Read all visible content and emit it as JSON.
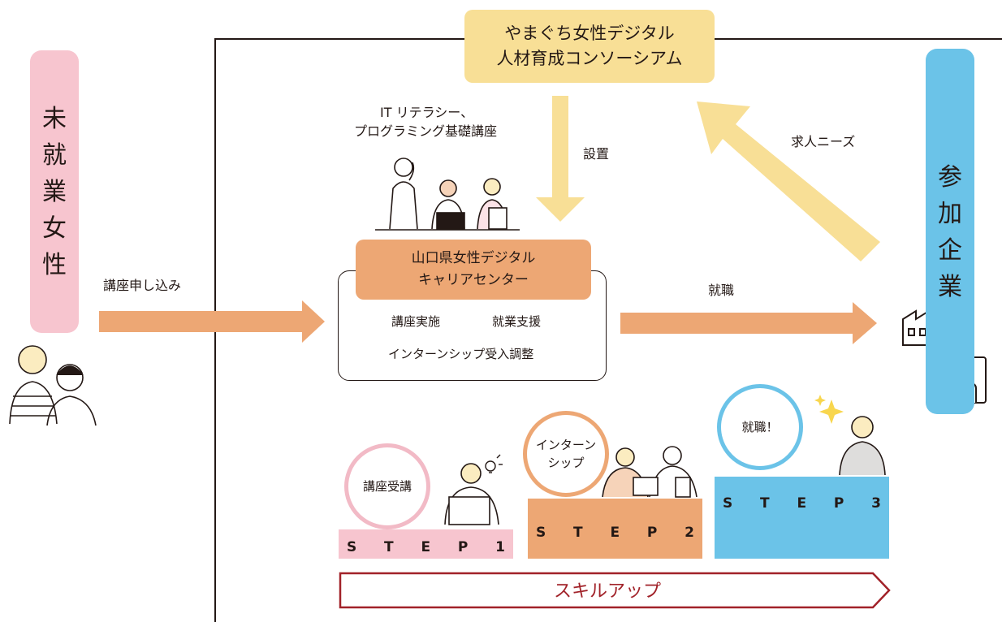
{
  "consortium": {
    "line1": "やまぐち女性デジタル",
    "line2": "人材育成コンソーシアム"
  },
  "left_pill": {
    "chars": [
      "未",
      "就",
      "業",
      "女",
      "性"
    ]
  },
  "right_pill": {
    "chars": [
      "参",
      "加",
      "企",
      "業"
    ]
  },
  "labels": {
    "apply": "講座申し込み",
    "course_line1": "IT リテラシー、",
    "course_line2": "プログラミング基礎講座",
    "setup": "設置",
    "job_needs": "求人ニーズ",
    "employment": "就職"
  },
  "center": {
    "title_line1": "山口県女性デジタル",
    "title_line2": "キャリアセンター",
    "item1": "講座実施",
    "item2": "就業支援",
    "item3": "インターンシップ受入調整"
  },
  "steps": [
    {
      "circle": [
        "講座受講"
      ],
      "letters": [
        "S",
        "T",
        "E",
        "P",
        "1"
      ],
      "color": "#f7c5cf"
    },
    {
      "circle": [
        "インターン",
        "シップ"
      ],
      "letters": [
        "S",
        "T",
        "E",
        "P",
        "2"
      ],
      "color": "#eda774"
    },
    {
      "circle": [
        "就職！"
      ],
      "letters": [
        "S",
        "T",
        "E",
        "P",
        "3"
      ],
      "color": "#6bc3e8"
    }
  ],
  "skillup": "スキルアップ",
  "colors": {
    "yellow": "#f8df96",
    "pink": "#f7c5cf",
    "orange": "#eda774",
    "blue": "#6bc3e8",
    "dark_red": "#a12229",
    "ink": "#231815"
  },
  "icons": [
    "factory-icon",
    "office-building-icon",
    "sparkle-icon",
    "lightbulb-icon"
  ]
}
